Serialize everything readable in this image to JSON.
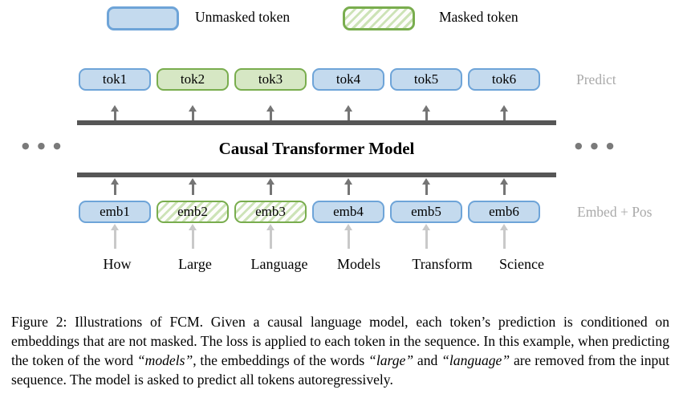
{
  "legend": {
    "unmasked": {
      "label": "Unmasked token",
      "fill": "#c4daee",
      "border": "#6ea4d8"
    },
    "masked": {
      "label": "Masked token",
      "fill": "hatched-green",
      "border": "#79ad4e"
    }
  },
  "diagram": {
    "model_label": "Causal Transformer Model",
    "predict_label": "Predict",
    "embed_label": "Embed + Pos",
    "ellipsis": "●●●",
    "tokens": [
      {
        "label": "tok1",
        "masked": false
      },
      {
        "label": "tok2",
        "masked": true
      },
      {
        "label": "tok3",
        "masked": true
      },
      {
        "label": "tok4",
        "masked": false
      },
      {
        "label": "tok5",
        "masked": false
      },
      {
        "label": "tok6",
        "masked": false
      }
    ],
    "embeddings": [
      {
        "label": "emb1",
        "masked": false
      },
      {
        "label": "emb2",
        "masked": true
      },
      {
        "label": "emb3",
        "masked": true
      },
      {
        "label": "emb4",
        "masked": false
      },
      {
        "label": "emb5",
        "masked": false
      },
      {
        "label": "emb6",
        "masked": false
      }
    ],
    "words": [
      "How",
      "Large",
      "Language",
      "Models",
      "Transform",
      "Science"
    ]
  },
  "colors": {
    "bar": "#565656",
    "arrow_dark": "#757575",
    "arrow_light": "#c9c9c9",
    "side_label": "#a9a9a9",
    "ellipsis_dots": "#7a7a7a"
  },
  "caption": {
    "segments": [
      {
        "text": "Figure 2: Illustrations of FCM. Given a causal language model, each token’s prediction is conditioned on embeddings that are not masked. The loss is applied to each token in the sequence. In this example, when predicting the token of the word ",
        "italic": false
      },
      {
        "text": "“models”",
        "italic": true
      },
      {
        "text": ", the embeddings of the words ",
        "italic": false
      },
      {
        "text": "“large”",
        "italic": true
      },
      {
        "text": " and ",
        "italic": false
      },
      {
        "text": "“language”",
        "italic": true
      },
      {
        "text": " are removed from the input sequence. The model is asked to predict all tokens autoregressively.",
        "italic": false
      }
    ]
  }
}
